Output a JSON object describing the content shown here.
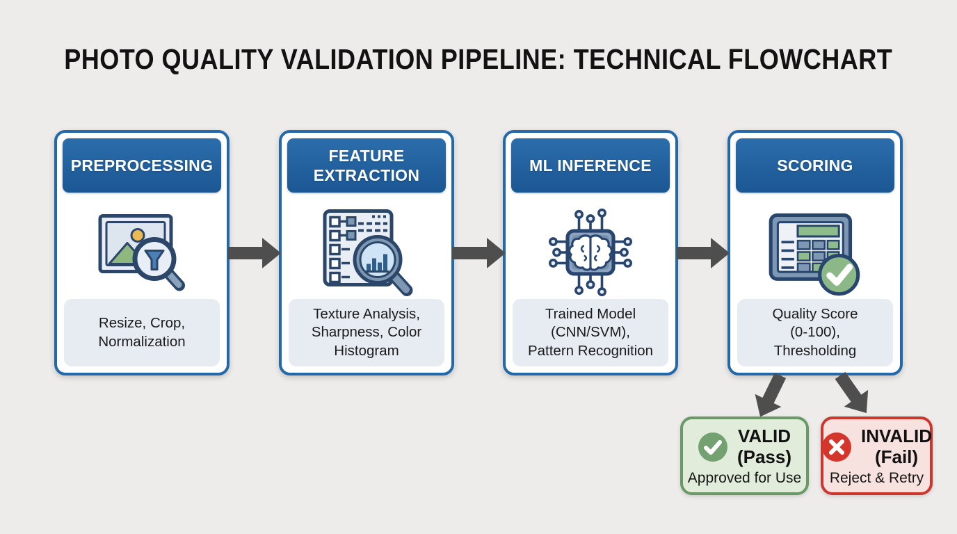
{
  "title": "PHOTO QUALITY VALIDATION PIPELINE: TECHNICAL FLOWCHART",
  "colors": {
    "background": "#edecea",
    "stage_border": "#2368a9",
    "stage_header_bg": "#1e5e9c",
    "stage_header_text": "#ffffff",
    "stage_desc_bg": "#e7ecf3",
    "arrow": "#4e4e4e",
    "icon_outline": "#2b4668",
    "valid_border": "#699a66",
    "valid_bg": "#e1ecdb",
    "valid_circle": "#73a270",
    "invalid_border": "#cb372f",
    "invalid_bg": "#f8e2e0",
    "invalid_circle": "#d5362c"
  },
  "stages": [
    {
      "id": "preprocessing",
      "title": "PREPROCESSING",
      "icon": "image-magnifier-filter-icon",
      "description": "Resize, Crop,\nNormalization"
    },
    {
      "id": "feature-extraction",
      "title": "FEATURE\nEXTRACTION",
      "icon": "checklist-magnifier-chart-icon",
      "description": "Texture Analysis,\nSharpness, Color\nHistogram"
    },
    {
      "id": "ml-inference",
      "title": "ML INFERENCE",
      "icon": "ai-chip-brain-icon",
      "description": "Trained Model\n(CNN/SVM),\nPattern Recognition"
    },
    {
      "id": "scoring",
      "title": "SCORING",
      "icon": "scorecard-checkmark-icon",
      "description": "Quality Score\n(0-100),\nThresholding"
    }
  ],
  "outcomes": [
    {
      "id": "valid",
      "title": "VALID\n(Pass)",
      "icon": "check-circle-icon",
      "description": "Approved for Use"
    },
    {
      "id": "invalid",
      "title": "INVALID\n(Fail)",
      "icon": "x-circle-icon",
      "description": "Reject & Retry"
    }
  ]
}
